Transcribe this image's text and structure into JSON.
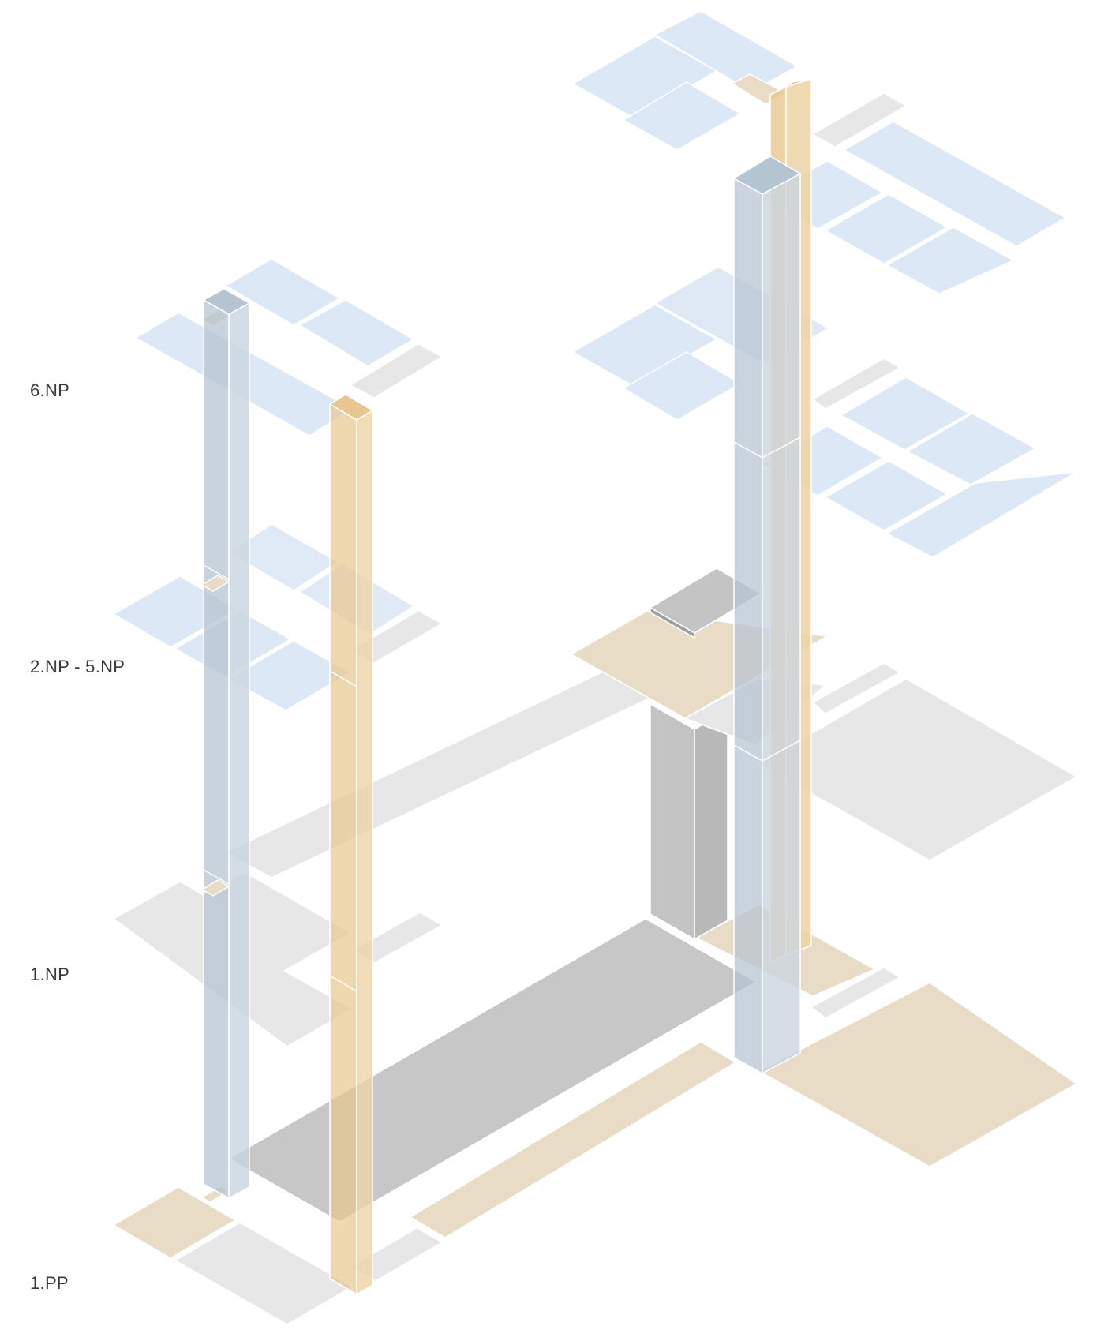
{
  "levels": {
    "top": "6.NP",
    "typical": "2.NP - 5.NP",
    "ground": "1.NP",
    "basement": "1.PP"
  },
  "colors": {
    "apartment": "#d9e6f4",
    "service": "#e7e7e7",
    "commercial": "#e8dcc6",
    "stair_core": "#e7c78f",
    "lift_core": "#b5c4d1",
    "parking_block": "#b9b9b9",
    "edge": "#ffffff"
  }
}
